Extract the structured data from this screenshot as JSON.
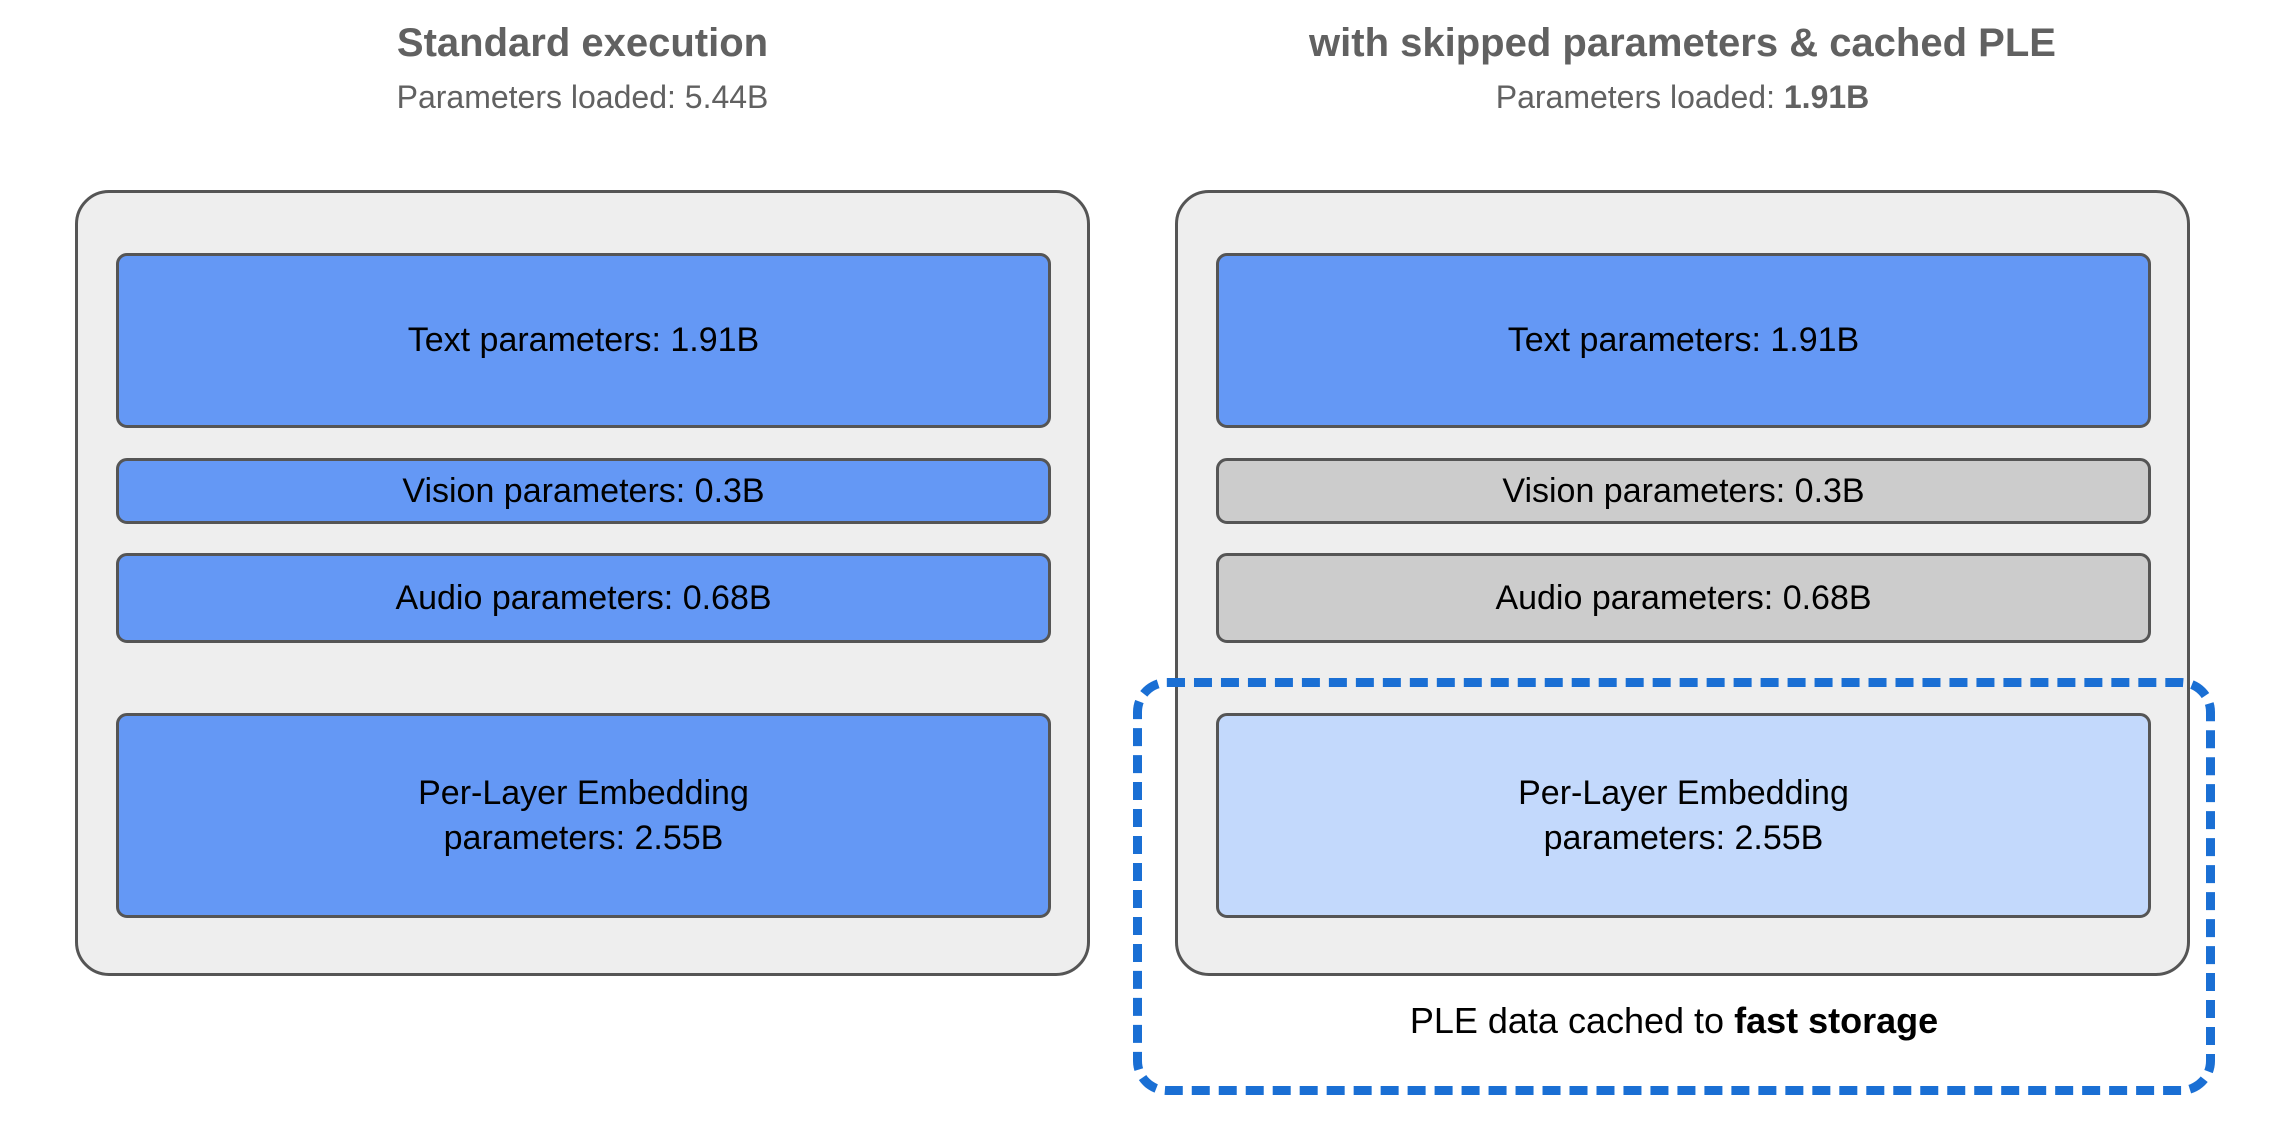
{
  "columns": [
    {
      "id": "standard",
      "title": "Standard execution",
      "subtitle_prefix": "Parameters loaded: ",
      "subtitle_value": "5.44B",
      "subtitle_bold": false,
      "blocks": [
        {
          "label": "Text parameters: 1.91B",
          "state": "loaded",
          "color": "#6498f5"
        },
        {
          "label": "Vision parameters: 0.3B",
          "state": "loaded",
          "color": "#6498f5"
        },
        {
          "label": "Audio parameters: 0.68B",
          "state": "loaded",
          "color": "#6498f5"
        },
        {
          "label": "Per-Layer Embedding parameters: 2.55B",
          "label_line1": "Per-Layer Embedding",
          "label_line2": "parameters: 2.55B",
          "state": "loaded",
          "color": "#6498f5"
        }
      ]
    },
    {
      "id": "optimized",
      "title": "with skipped parameters & cached PLE",
      "subtitle_prefix": "Parameters loaded: ",
      "subtitle_value": "1.91B",
      "subtitle_bold": true,
      "blocks": [
        {
          "label": "Text parameters: 1.91B",
          "state": "loaded",
          "color": "#6498f5"
        },
        {
          "label": "Vision parameters: 0.3B",
          "state": "skipped",
          "color": "#cccccc"
        },
        {
          "label": "Audio parameters: 0.68B",
          "state": "skipped",
          "color": "#cccccc"
        },
        {
          "label": "Per-Layer Embedding parameters: 2.55B",
          "label_line1": "Per-Layer Embedding",
          "label_line2": "parameters: 2.55B",
          "state": "cached",
          "color": "#c3d9fc"
        }
      ]
    }
  ],
  "cache_callout": {
    "caption_prefix": "PLE data cached to ",
    "caption_emphasis": "fast storage",
    "border_color": "#1a6fd4",
    "border_style": "dashed"
  },
  "palette": {
    "panel_background": "#eeeeee",
    "panel_border": "#555555",
    "title_text": "#616161",
    "body_text": "#000000",
    "loaded_blue": "#6498f5",
    "skipped_gray": "#cccccc",
    "cached_light_blue": "#c3d9fc",
    "accent_blue": "#1a6fd4",
    "page_background": "#ffffff"
  }
}
